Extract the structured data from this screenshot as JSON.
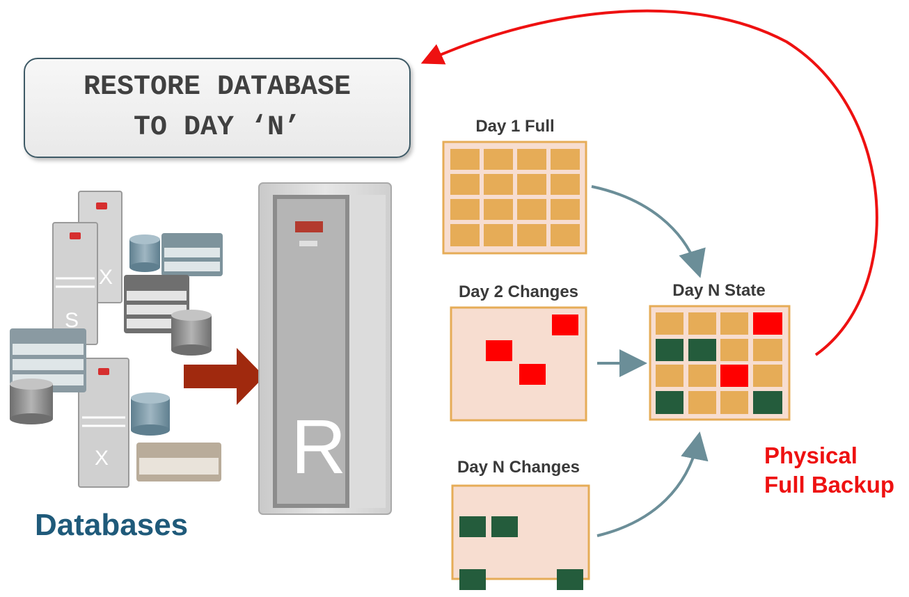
{
  "command": {
    "line1": "RESTORE DATABASE",
    "line2": "TO DAY ‘N’"
  },
  "databases_label": "Databases",
  "panels": {
    "day1": {
      "label": "Day 1 Full"
    },
    "day2": {
      "label": "Day 2 Changes"
    },
    "dayN_changes": {
      "label": "Day N Changes"
    },
    "dayN_state": {
      "label": "Day N State"
    }
  },
  "physical_backup": {
    "line1": "Physical",
    "line2": "Full Backup"
  },
  "server_letters": [
    "X",
    "S",
    "X"
  ],
  "appliance_letter": "R",
  "colors": {
    "full_block": "#e6ac57",
    "changed_block": "#ff0000",
    "new_block": "#245c3c",
    "panel_bg": "#f7ddd0",
    "arrow_gray": "#6b8e98",
    "arrow_red": "#ee1111",
    "ingest_arrow": "#a0290e",
    "title_blue": "#1f5a7a"
  }
}
